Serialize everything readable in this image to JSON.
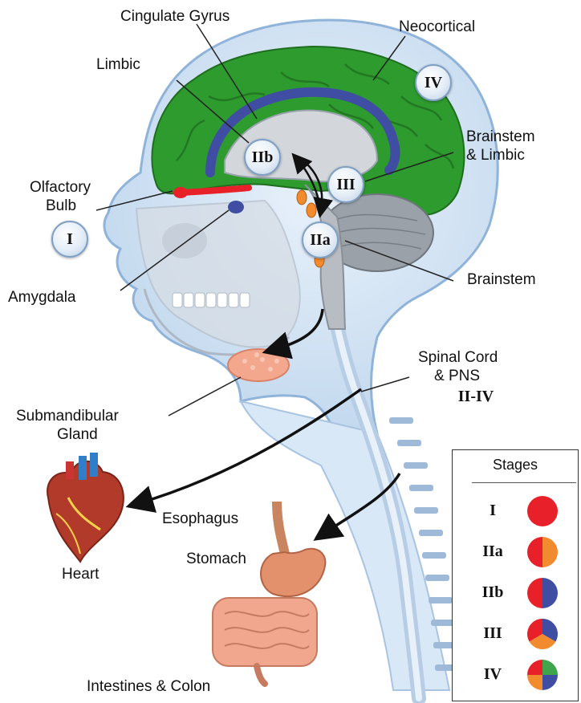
{
  "labels": {
    "cingulate_gyrus": "Cingulate Gyrus",
    "neocortical": "Neocortical",
    "limbic": "Limbic",
    "brainstem_limbic_line1": "Brainstem",
    "brainstem_limbic_line2": "& Limbic",
    "olfactory_line1": "Olfactory",
    "olfactory_line2": "Bulb",
    "amygdala": "Amygdala",
    "brainstem": "Brainstem",
    "spinal_line1": "Spinal Cord",
    "spinal_line2": "& PNS",
    "spinal_stage": "II-IV",
    "submandibular_line1": "Submandibular",
    "submandibular_line2": "Gland",
    "esophagus": "Esophagus",
    "stomach": "Stomach",
    "heart": "Heart",
    "intestines": "Intestines & Colon"
  },
  "badges": {
    "i": "I",
    "iia": "IIa",
    "iib": "IIb",
    "iii": "III",
    "iv": "IV"
  },
  "legend": {
    "title": "Stages",
    "rows": [
      {
        "label": "I",
        "colors": [
          "#e8202a"
        ]
      },
      {
        "label": "IIa",
        "colors": [
          "#e8202a",
          "#f28a2e"
        ]
      },
      {
        "label": "IIb",
        "colors": [
          "#e8202a",
          "#3f4ea3"
        ]
      },
      {
        "label": "III",
        "colors": [
          "#e8202a",
          "#f28a2e",
          "#3f4ea3"
        ]
      },
      {
        "label": "IV",
        "colors": [
          "#e8202a",
          "#f28a2e",
          "#3f4ea3",
          "#3fa54a"
        ]
      }
    ]
  },
  "colors": {
    "neocortex": "#2e9b2e",
    "limbic": "#3f4ea3",
    "olfactory": "#e8202a",
    "brainstem": "#f28a2e",
    "head": "#cfe2f3",
    "head_outline": "#8fb3d9"
  }
}
